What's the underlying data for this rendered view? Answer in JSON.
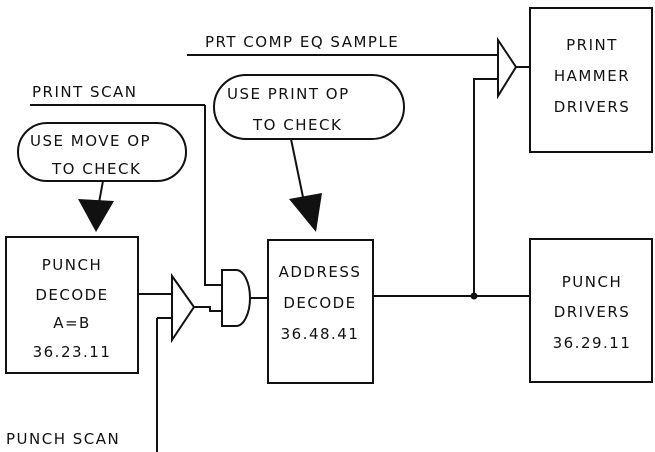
{
  "signals": {
    "prt_comp_eq_sample": "PRT COMP EQ SAMPLE",
    "print_scan": "PRINT SCAN",
    "punch_scan": "PUNCH SCAN"
  },
  "notes": {
    "move_op": {
      "line1": "USE MOVE OP",
      "line2": "TO CHECK"
    },
    "print_op": {
      "line1": "USE PRINT OP",
      "line2": "TO CHECK"
    }
  },
  "blocks": {
    "punch_decode": {
      "line1": "PUNCH",
      "line2": "DECODE",
      "line3": "A=B",
      "line4": "36.23.11"
    },
    "address_decode": {
      "line1": "ADDRESS",
      "line2": "DECODE",
      "line3": "36.48.41"
    },
    "print_hammer_drivers": {
      "line1": "PRINT",
      "line2": "HAMMER",
      "line3": "DRIVERS"
    },
    "punch_drivers": {
      "line1": "PUNCH",
      "line2": "DRIVERS",
      "line3": "36.29.11"
    }
  }
}
